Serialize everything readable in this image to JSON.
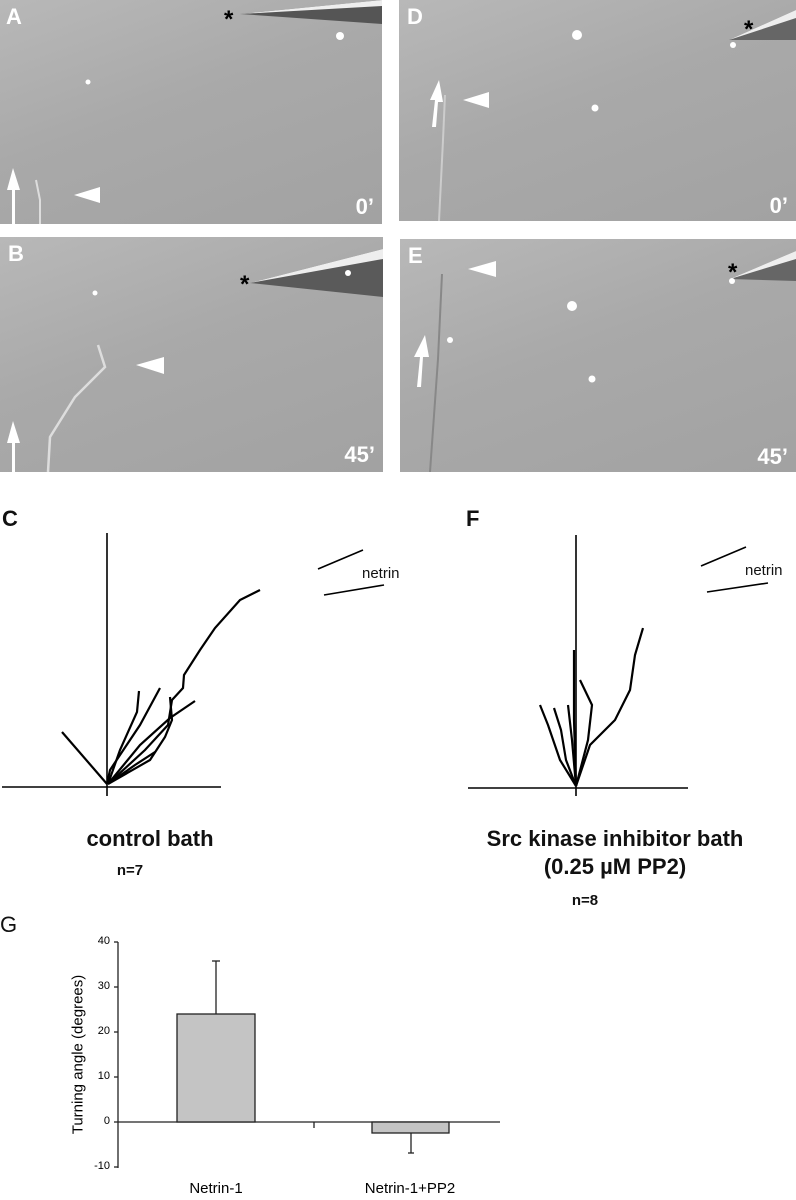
{
  "figure": {
    "panels": {
      "A": {
        "label": "A",
        "time": "0’"
      },
      "B": {
        "label": "B",
        "time": "45’"
      },
      "D": {
        "label": "D",
        "time": "0’"
      },
      "E": {
        "label": "E",
        "time": "45’"
      },
      "C": {
        "label": "C",
        "caption": "control bath",
        "n": "n=7",
        "gradient_label": "netrin"
      },
      "F": {
        "label": "F",
        "caption_line1": "Src kinase inhibitor bath",
        "caption_line2": "(0.25 µM PP2)",
        "n": "n=8",
        "gradient_label": "netrin"
      },
      "G": {
        "label": "G"
      }
    },
    "markers": {
      "pipette": "*"
    }
  },
  "chart_data": {
    "type": "bar",
    "title": "",
    "categories": [
      "Netrin-1",
      "Netrin-1+PP2"
    ],
    "values": [
      24,
      -2.3
    ],
    "error_bars": [
      11.8,
      4.4
    ],
    "xlabel": "",
    "ylabel": "Turning angle (degrees)",
    "ylim": [
      -10,
      40
    ],
    "yticks": [
      "40",
      "30",
      "20",
      "10",
      "0",
      "-10"
    ],
    "bar_color": "#c4c4c4",
    "grid": false
  }
}
